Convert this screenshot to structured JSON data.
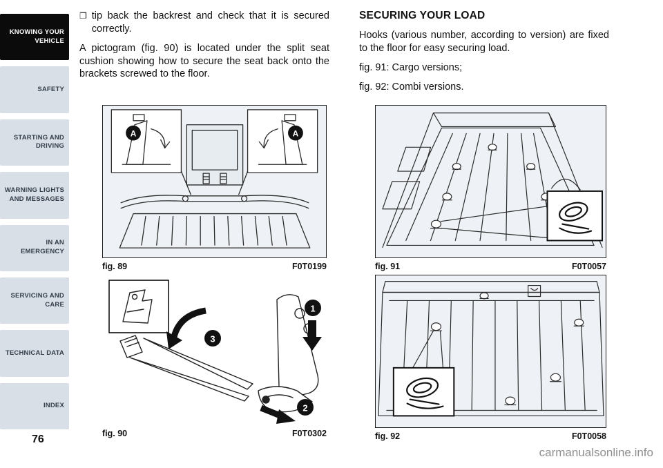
{
  "page": {
    "number": "76",
    "watermark": "carmanualsonline.info"
  },
  "sidebar": {
    "items": [
      {
        "label": "KNOWING YOUR VEHICLE",
        "active": true
      },
      {
        "label": "SAFETY",
        "active": false
      },
      {
        "label": "STARTING AND DRIVING",
        "active": false
      },
      {
        "label": "WARNING LIGHTS AND MESSAGES",
        "active": false
      },
      {
        "label": "IN AN EMERGENCY",
        "active": false
      },
      {
        "label": "SERVICING AND CARE",
        "active": false
      },
      {
        "label": "TECHNICAL DATA",
        "active": false
      },
      {
        "label": "INDEX",
        "active": false
      }
    ]
  },
  "left_column": {
    "bullet": {
      "glyph": "❐",
      "text": "tip back the backrest and check that it is secured correctly."
    },
    "paragraph": "A pictogram (fig. 90) is located under the split seat cushion showing how to secure the seat back onto the brackets screwed to the floor.",
    "figure_89": {
      "caption": "fig. 89",
      "code": "F0T0199",
      "labels": {
        "a": "A"
      }
    },
    "figure_90": {
      "caption": "fig. 90",
      "code": "F0T0302",
      "steps": [
        "1",
        "2",
        "3"
      ]
    }
  },
  "right_column": {
    "heading": "SECURING YOUR LOAD",
    "paragraph": "Hooks (various number, according to version) are fixed to the floor for easy securing load.",
    "list": [
      "fig. 91: Cargo versions;",
      "fig. 92: Combi versions."
    ],
    "figure_91": {
      "caption": "fig. 91",
      "code": "F0T0057"
    },
    "figure_92": {
      "caption": "fig. 92",
      "code": "F0T0058"
    }
  }
}
